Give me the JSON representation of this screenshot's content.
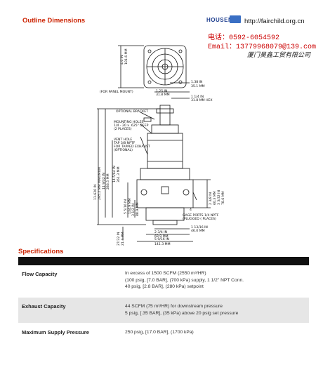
{
  "header": {
    "title": "Outline Dimensions",
    "brand": "HOUSEN",
    "url": "http://fairchild.org.cn",
    "phone": "电话：0592-6054592",
    "email": "Email：13779968079@139.com",
    "company": "厦门昊鑫工贸有限公司"
  },
  "drawing": {
    "dims": {
      "d1": "4.0 IN",
      "d2": "101.6 MM",
      "d3": "1.38 IN",
      "d4": "35.1 MM",
      "d5": "1.25 IN",
      "d6": "31.8 MM",
      "d7": "1 1/4 IN",
      "d8": "31.8 MM HEX",
      "panel": "(FOR PANEL MOUNT)",
      "h1": "11.620 IN",
      "h2": "295.2 MM MAXIMUM",
      "h3": "11 9/32 IN",
      "h4": "286.5 MM",
      "h5": "14.5/64 IN",
      "h6": "361.3 MM",
      "h7": "5 5/16 IN",
      "h8": "134.9 MM",
      "h9": "3 1/2 IN",
      "h10": "88.9 MM",
      "h11": "2 3/8 IN",
      "h12": "60.3 MM",
      "h13": "3 3/32 IN",
      "h14": "78.6 MM",
      "h15": "27/32 IN",
      "h16": "21.4 MM",
      "b1": "1 13/16 IN",
      "b2": "46.0 MM",
      "b3": "2 3/4 IN",
      "b4": "69.9 MM",
      "b5": "5 9/16 IN",
      "b6": "141.3 MM",
      "gauge": "GAGE PORTS 1/4 NPTF",
      "gauge2": "(PLUGGED ( PLACES)",
      "four": "4"
    },
    "callouts": {
      "bracket": "OPTIONAL BRACKET",
      "mounting1": "MOUNTING HOLES",
      "mounting2": "1/4 - 20 x .625\" DEEP",
      "mounting3": "(2 PLACES)",
      "vent1": "VENT HOLE",
      "vent2": "TAP 3/8 NPTF",
      "vent3": "FOR TAPPED EXHAUST",
      "vent4": "(OPTIONAL)"
    }
  },
  "specs": {
    "title": "Specifications",
    "rows": [
      {
        "label": "Flow Capacity",
        "lines": [
          "In excess of 1500 SCFM (2550 m³/HR)",
          "(100 psig, [7.0 BAR], (700 kPa) supply, 1 1/2\" NPT Conn.",
          "40 psig, [2.8 BAR], (280 kPa) setpoint"
        ]
      },
      {
        "label": "Exhaust Capacity",
        "lines": [
          "44 SCFM (75 m³/HR) for downstream pressure",
          "5 psig, [.35 BAR], (35 kPa) above 20 psig set pressure"
        ]
      },
      {
        "label": "Maximum Supply Pressure",
        "lines": [
          "250 psig, [17.0 BAR], (1700 kPa)"
        ]
      }
    ]
  }
}
